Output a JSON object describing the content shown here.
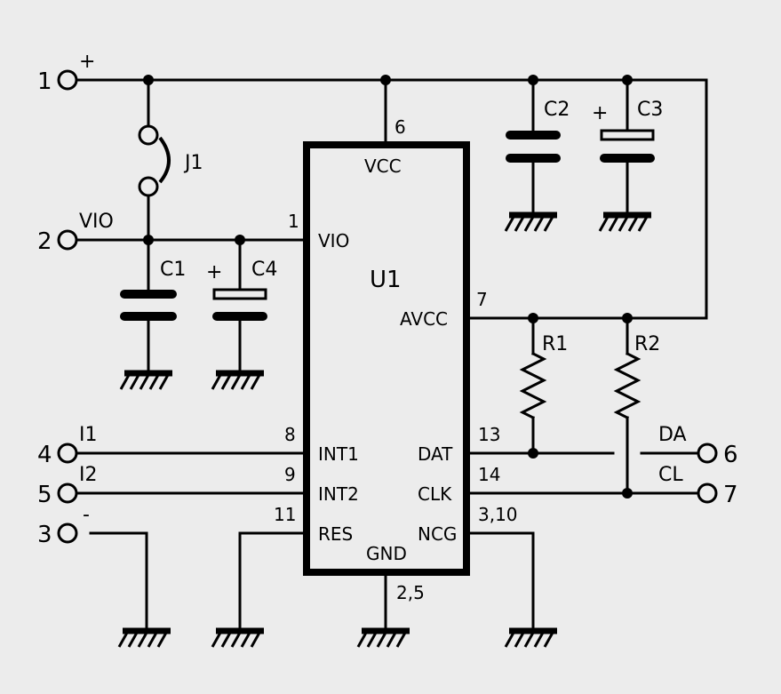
{
  "ic": {
    "ref": "U1"
  },
  "pins": {
    "vcc": {
      "num": "6",
      "name": "VCC"
    },
    "vio": {
      "num": "1",
      "name": "VIO"
    },
    "avcc": {
      "num": "7",
      "name": "AVCC"
    },
    "int1": {
      "num": "8",
      "name": "INT1"
    },
    "int2": {
      "num": "9",
      "name": "INT2"
    },
    "res": {
      "num": "11",
      "name": "RES"
    },
    "dat": {
      "num": "13",
      "name": "DAT"
    },
    "clk": {
      "num": "14",
      "name": "CLK"
    },
    "ncg": {
      "num": "3,10",
      "name": "NCG"
    },
    "gnd": {
      "num": "2,5",
      "name": "GND"
    }
  },
  "terminals": {
    "t1": {
      "num": "1",
      "label": "+"
    },
    "t2": {
      "num": "2",
      "label": "VIO"
    },
    "t3": {
      "num": "3",
      "label": "-"
    },
    "t4": {
      "num": "4",
      "label": "I1"
    },
    "t5": {
      "num": "5",
      "label": "I2"
    },
    "t6": {
      "num": "6",
      "label": "DA"
    },
    "t7": {
      "num": "7",
      "label": "CL"
    }
  },
  "components": {
    "c1": "C1",
    "c2": "C2",
    "c3": "C3",
    "c4": "C4",
    "r1": "R1",
    "r2": "R2",
    "j1": "J1",
    "plus": "+"
  }
}
